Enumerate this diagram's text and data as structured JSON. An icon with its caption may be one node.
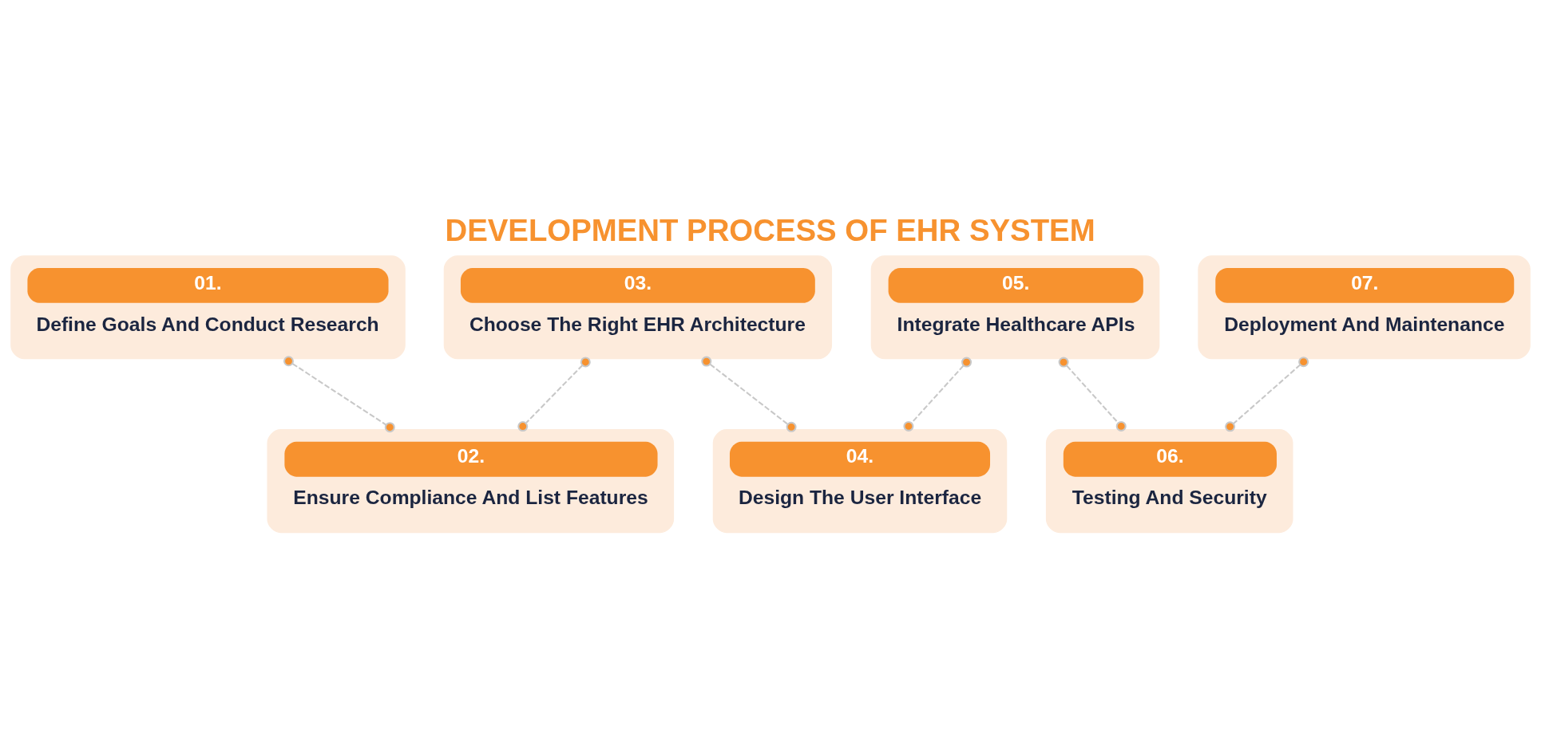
{
  "diagram": {
    "title": "DEVELOPMENT PROCESS OF EHR SYSTEM",
    "nodes": [
      {
        "text": [
          "01.",
          "Define Goals And Conduct Research"
        ]
      },
      {
        "text": [
          "02.",
          "Ensure Compliance And List Features"
        ]
      },
      {
        "text": [
          "03.",
          "Choose The Right EHR Architecture"
        ]
      },
      {
        "text": [
          "04.",
          "Design The User Interface"
        ]
      },
      {
        "text": [
          "05.",
          "Integrate Healthcare APIs"
        ]
      },
      {
        "text": [
          "06.",
          "Testing And Security"
        ]
      },
      {
        "text": [
          "07.",
          "Deployment And Maintenance"
        ]
      }
    ],
    "edges": [
      {
        "from": 0,
        "to": 1,
        "arrow": "other",
        "style": "dashed"
      },
      {
        "from": 2,
        "to": 1,
        "arrow": "other",
        "style": "dashed"
      },
      {
        "from": 2,
        "to": 3,
        "arrow": "other",
        "style": "dashed"
      },
      {
        "from": 4,
        "to": 3,
        "arrow": "other",
        "style": "dashed"
      },
      {
        "from": 4,
        "to": 5,
        "arrow": "other",
        "style": "dashed"
      },
      {
        "from": 6,
        "to": 5,
        "arrow": "other",
        "style": "dashed"
      }
    ]
  }
}
